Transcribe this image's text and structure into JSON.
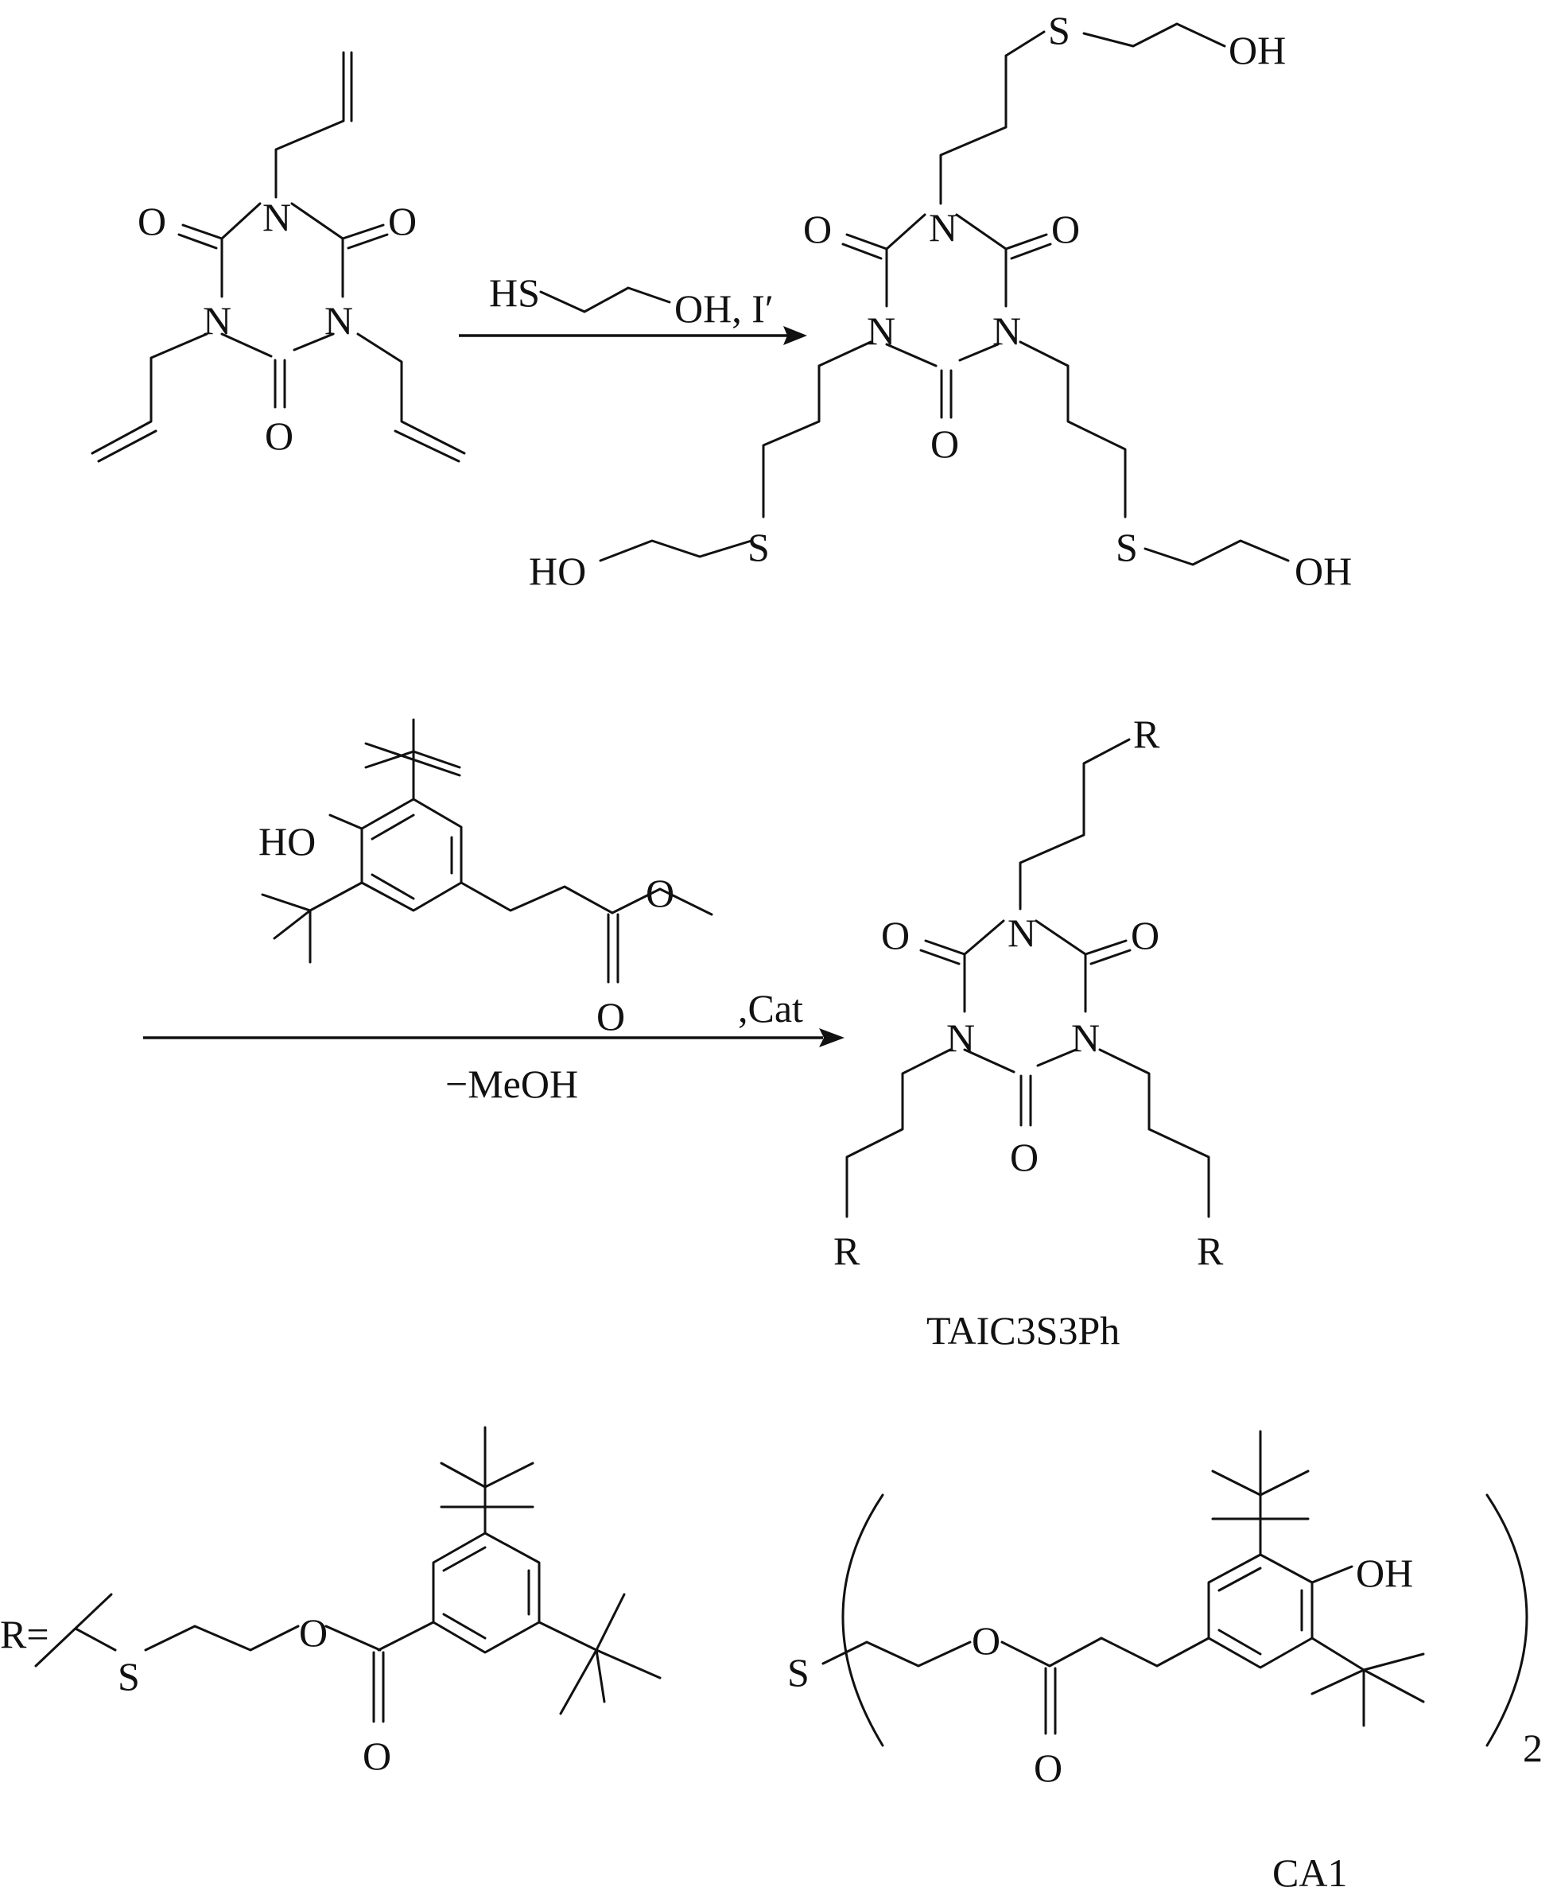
{
  "reaction_1": {
    "reagent_label": "HS",
    "reagent_label_2": "OH, I′"
  },
  "reaction_2": {
    "catalyst_label": ",Cat",
    "byproduct_label": "−MeOH"
  },
  "atoms": {
    "o": "O",
    "n": "N",
    "s": "S",
    "oh": "OH",
    "ho": "HO",
    "r": "R",
    "r_eq": "R="
  },
  "product_name": "TAIC3S3Ph",
  "ca1": {
    "name": "CA1",
    "subscript": "2"
  }
}
